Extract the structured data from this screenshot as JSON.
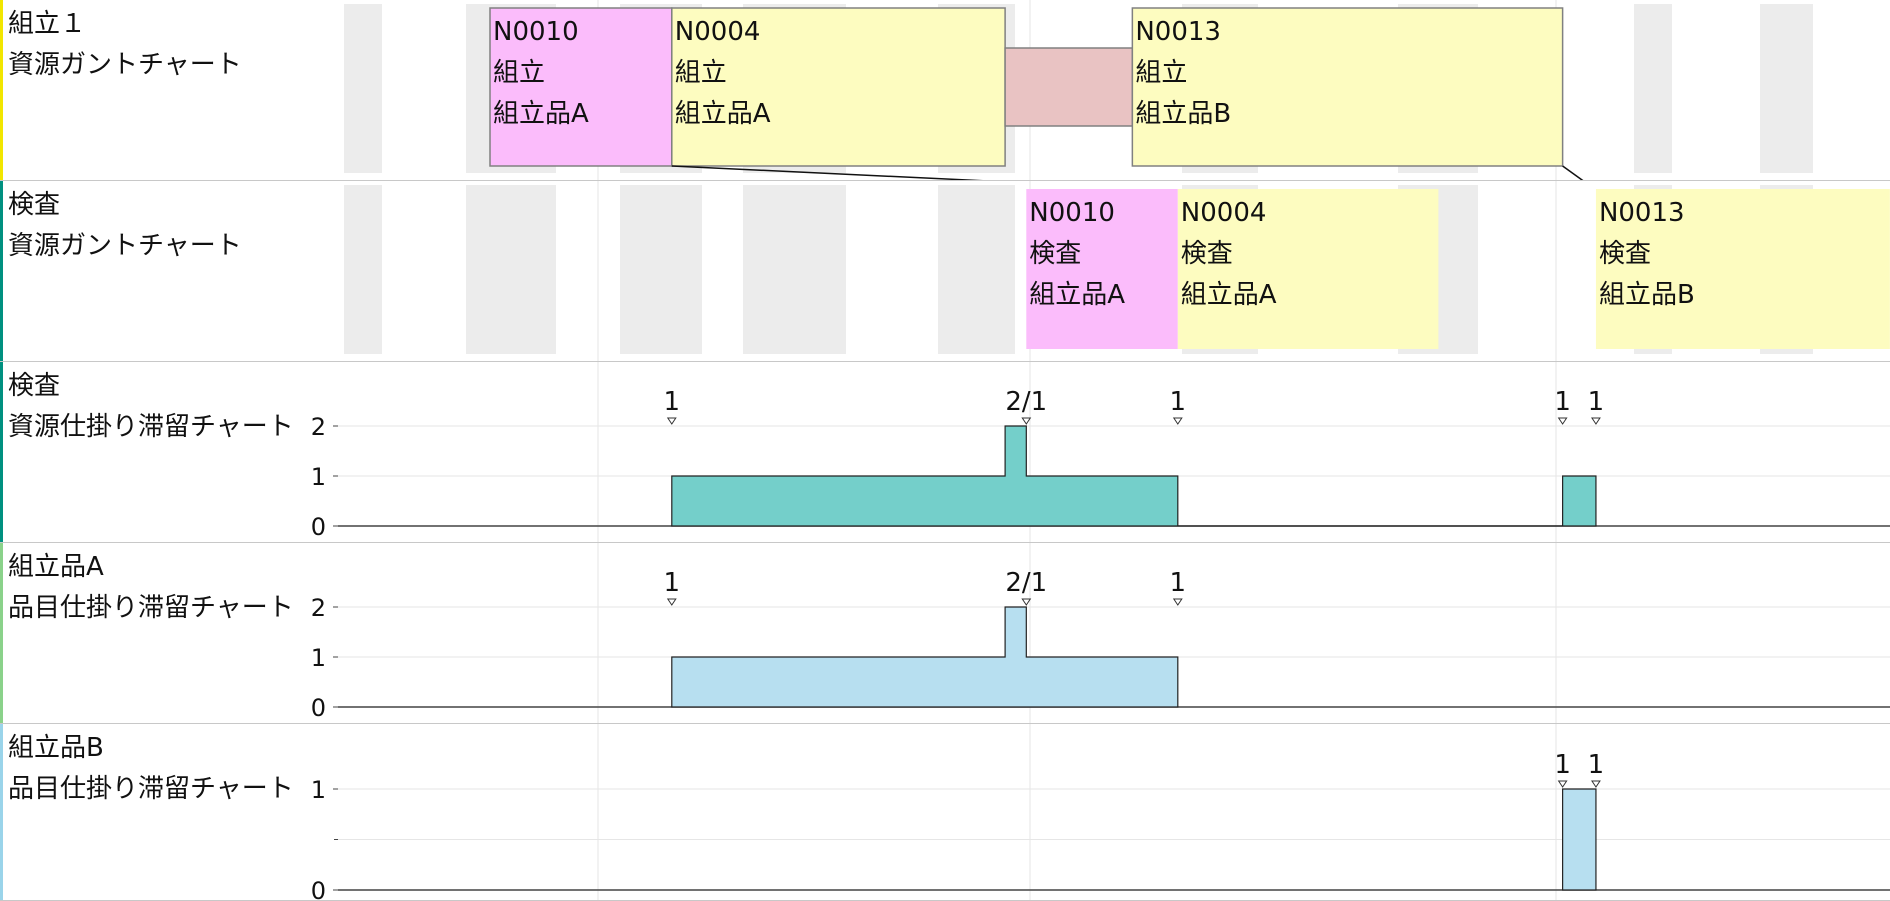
{
  "colors": {
    "accent_yellow": "#f2e600",
    "accent_teal": "#009080",
    "accent_green": "#8ad28a",
    "accent_lightblue": "#9ad4ea",
    "order_pink": "#fbbcfb",
    "order_yellow": "#fdfcc0",
    "setup_block": "#e9c3c3",
    "wip_teal": "#74cfca",
    "wip_blue": "#b7dff0",
    "grid": "#e6e6e6",
    "bg_block": "#ececec"
  },
  "rows": [
    {
      "name": "assembly1-gantt",
      "label": "組立１\n資源ガントチャート",
      "accent": "accent_yellow",
      "kind": "gantt",
      "bars": [
        {
          "name": "gantt-bar-n0010-assembly",
          "lines": [
            "N0010",
            "組立",
            "組立品A"
          ],
          "color": "order_pink",
          "start": 0.0,
          "end": 0.6
        },
        {
          "name": "gantt-bar-n0004-assembly",
          "lines": [
            "N0004",
            "組立",
            "組立品A"
          ],
          "color": "order_yellow",
          "start": 0.6,
          "end": 1.7
        },
        {
          "name": "gantt-bar-setup",
          "lines": [],
          "color": "setup_block",
          "start": 1.7,
          "end": 2.12
        },
        {
          "name": "gantt-bar-n0013-assembly",
          "lines": [
            "N0013",
            "組立",
            "組立品B"
          ],
          "color": "order_yellow",
          "start": 2.12,
          "end": 3.54
        }
      ]
    },
    {
      "name": "inspection-gantt",
      "label": "検査\n資源ガントチャート",
      "accent": "accent_teal",
      "kind": "gantt",
      "bars": [
        {
          "name": "gantt-bar-n0010-inspection",
          "lines": [
            "N0010",
            "検査",
            "組立品A"
          ],
          "color": "order_pink",
          "start": 1.77,
          "end": 2.27
        },
        {
          "name": "gantt-bar-n0004-inspection",
          "lines": [
            "N0004",
            "検査",
            "組立品A"
          ],
          "color": "order_yellow",
          "start": 2.27,
          "end": 3.13
        },
        {
          "name": "gantt-bar-n0013-inspection",
          "lines": [
            "N0013",
            "検査",
            "組立品B"
          ],
          "color": "order_yellow",
          "start": 3.65,
          "end": 4.62
        }
      ]
    },
    {
      "name": "inspection-wip",
      "label": "検査\n資源仕掛り滞留チャート",
      "accent": "accent_teal",
      "kind": "wip",
      "color": "wip_teal",
      "y_ticks": [
        "2",
        "1",
        "0"
      ],
      "ymax": 2,
      "steps": [
        [
          0.6,
          1
        ],
        [
          1.7,
          2
        ],
        [
          1.77,
          1
        ],
        [
          2.27,
          0
        ],
        [
          3.54,
          1
        ],
        [
          3.65,
          0
        ]
      ],
      "markers": [
        {
          "text": "1",
          "x": 0.6
        },
        {
          "text": "2/1",
          "x": 1.77
        },
        {
          "text": "1",
          "x": 2.27
        },
        {
          "text": "1",
          "x": 3.54
        },
        {
          "text": "1",
          "x": 3.65
        }
      ]
    },
    {
      "name": "item-a-wip",
      "label": "組立品A\n品目仕掛り滞留チャート",
      "accent": "accent_green",
      "kind": "wip",
      "color": "wip_blue",
      "y_ticks": [
        "2",
        "1",
        "0"
      ],
      "ymax": 2,
      "steps": [
        [
          0.6,
          1
        ],
        [
          1.7,
          2
        ],
        [
          1.77,
          1
        ],
        [
          2.27,
          0
        ]
      ],
      "markers": [
        {
          "text": "1",
          "x": 0.6
        },
        {
          "text": "2/1",
          "x": 1.77
        },
        {
          "text": "1",
          "x": 2.27
        }
      ]
    },
    {
      "name": "item-b-wip",
      "label": "組立品B\n品目仕掛り滞留チャート",
      "accent": "accent_lightblue",
      "kind": "wip",
      "color": "wip_blue",
      "y_ticks": [
        "1",
        "0"
      ],
      "ymax": 1,
      "steps": [
        [
          3.54,
          1
        ],
        [
          3.65,
          0
        ]
      ],
      "markers": [
        {
          "text": "1",
          "x": 3.54
        },
        {
          "text": "1",
          "x": 3.65
        }
      ]
    }
  ]
}
